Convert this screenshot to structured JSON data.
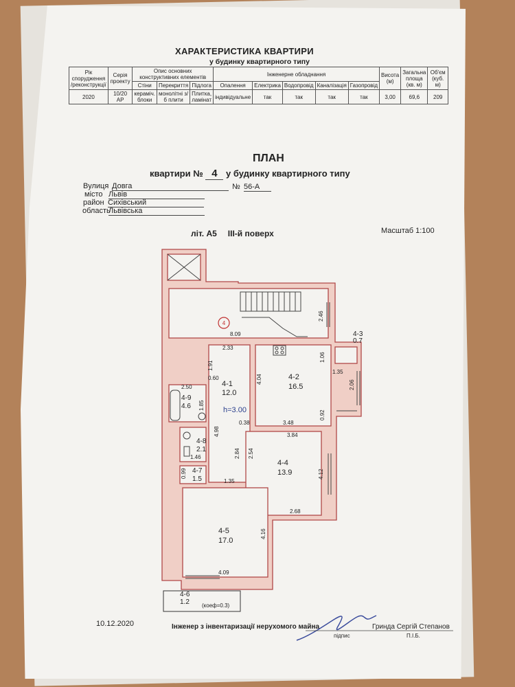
{
  "document": {
    "title": "ХАРАКТЕРИСТИКА КВАРТИРИ",
    "subtitle": "у будинку квартирного типу",
    "table": {
      "h_year": "Рік спорудження /реконструкції",
      "h_series": "Серія проекту",
      "h_struct": "Опис основних конструктивних елементів",
      "h_walls": "Стіни",
      "h_floors": "Перекриття",
      "h_flooring": "Підлога",
      "h_engineering": "Інженерне обладнання",
      "h_heating": "Опалення",
      "h_electric": "Електрика",
      "h_water": "Водопровід",
      "h_sewer": "Каналізація",
      "h_gas": "Газопровід",
      "h_height": "Висота (м)",
      "h_area": "Загальна площа (кв. м)",
      "h_volume": "Об'єм (куб. м)",
      "v_year": "2020",
      "v_series": "10/20 АР",
      "v_walls": "кераміч. блоки",
      "v_floors": "монолітні з/б плити",
      "v_flooring": "Плитка, ламінат",
      "v_heating": "індивідуальне",
      "v_electric": "так",
      "v_water": "так",
      "v_sewer": "так",
      "v_gas": "так",
      "v_height": "3,00",
      "v_area": "69,6",
      "v_volume": "209"
    },
    "plan_title": "ПЛАН",
    "plan_sub_a": "квартири",
    "plan_sub_no": "№",
    "plan_sub_num": "4",
    "plan_sub_b": "у будинку квартирного типу",
    "street_label": "Вулиця",
    "street": "Довга",
    "no_label": "№",
    "house_no": "56-А",
    "city_label": "місто",
    "city": "Львів",
    "district_label": "район",
    "district": "Сихівський",
    "region_label": "область",
    "region": "Львівська",
    "lit": "літ. А5",
    "floor": "ІІІ-й поверх",
    "scale": "Масштаб 1:100",
    "date": "10.12.2020",
    "engineer": "Інженер з інвентаризації нерухомого майна",
    "signature_label": "підпис",
    "engineer_name": "Гринда Сергій Степанов",
    "name_label": "П.І.Б."
  },
  "plan": {
    "stair_circle": "4",
    "height_label": "h=3.00",
    "coef": "(коеф=0.3)",
    "rooms": [
      {
        "id": "4-1",
        "area": "12.0"
      },
      {
        "id": "4-2",
        "area": "16.5"
      },
      {
        "id": "4-3",
        "area": "0.7"
      },
      {
        "id": "4-4",
        "area": "13.9"
      },
      {
        "id": "4-5",
        "area": "17.0"
      },
      {
        "id": "4-6",
        "area": "1.2"
      },
      {
        "id": "4-7",
        "area": "1.5"
      },
      {
        "id": "4-8",
        "area": "2.1"
      },
      {
        "id": "4-9",
        "area": "4.6"
      }
    ],
    "dims": [
      "8.09",
      "2.46",
      "2.33",
      "1.91",
      "0.60",
      "4.04",
      "1.06",
      "1.35",
      "2.06",
      "2.50",
      "1.85",
      "0.38",
      "3.48",
      "0.92",
      "3.84",
      "4.98",
      "2.84",
      "2.54",
      "1.46",
      "4.12",
      "0.99",
      "1.35",
      "2.68",
      "4.16",
      "4.09"
    ]
  },
  "colors": {
    "wall_fill": "#f0cfc6",
    "wall_stroke": "#b04848",
    "accent_red": "#c03030",
    "page": "#f4f3f0",
    "table_bg": "#b3825a",
    "signature_ink": "#3a4b9c"
  }
}
